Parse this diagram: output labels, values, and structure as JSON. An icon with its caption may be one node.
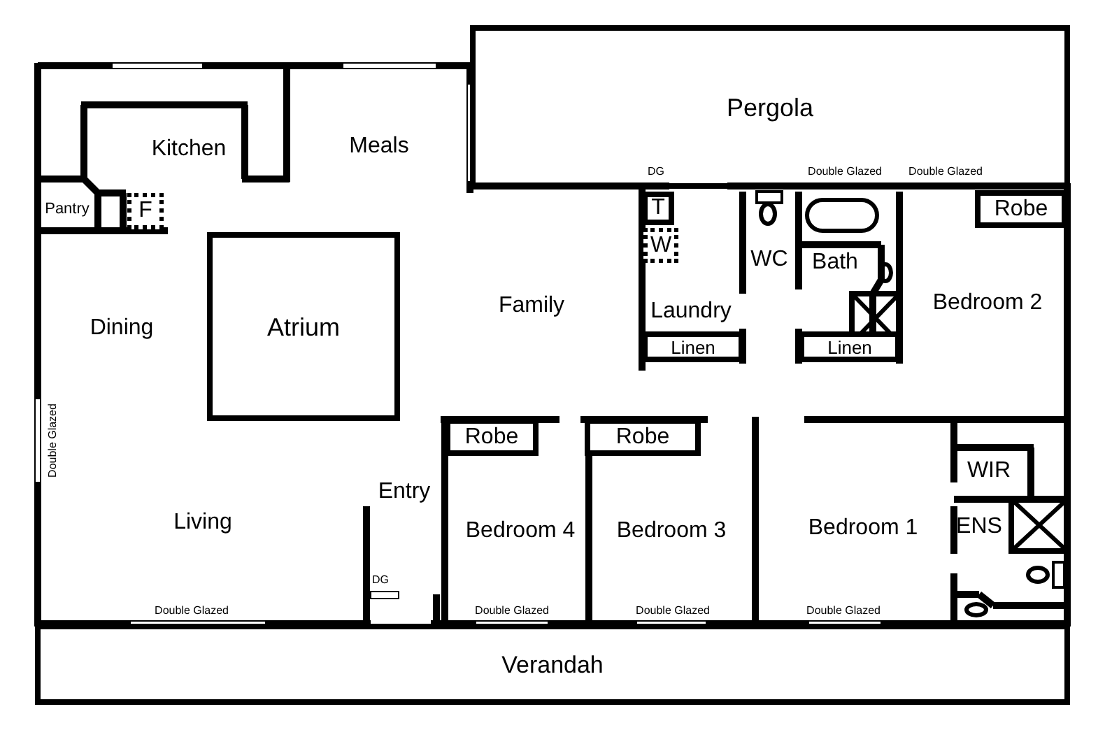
{
  "diagram": {
    "nodes": [
      {
        "text": [
          "Pergola"
        ]
      },
      {
        "text": [
          "F"
        ]
      },
      {
        "text": [
          "T"
        ]
      },
      {
        "text": [
          "Robe"
        ]
      },
      {
        "text": [
          "W"
        ]
      },
      {
        "text": [
          "Atrium"
        ]
      },
      {
        "text": [
          "Linen"
        ]
      },
      {
        "text": [
          "Linen"
        ]
      },
      {
        "text": [
          "Robe"
        ]
      },
      {
        "text": [
          "Robe"
        ]
      },
      {
        "text": [
          "Verandah"
        ]
      }
    ],
    "labels": [
      "Kitchen",
      "Meals",
      "DG",
      "Double Glazed",
      "Double Glazed",
      "Pantry",
      "WC",
      "Bath",
      "Dining",
      "Family",
      "Laundry",
      "Bedroom 2",
      "Double Glazed",
      "WIR",
      "Entry",
      "Living",
      "Bedroom 4",
      "Bedroom 3",
      "Bedroom 1",
      "ENS",
      "DG",
      "Double Glazed",
      "Double Glazed",
      "Double Glazed",
      "Double Glazed"
    ]
  }
}
